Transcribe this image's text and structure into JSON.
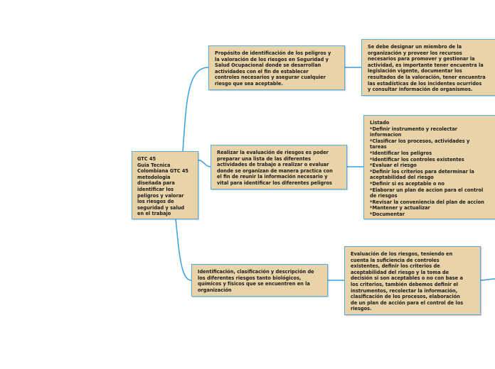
{
  "colors": {
    "node_fill": "#e8d4a8",
    "node_border": "#5aaedc",
    "connector": "#3aa0e0"
  },
  "root": {
    "text": "GTC 45\nGuia Tecnica\nColombiana GTC 45\nmetodologia\ndiseñada para\nidentificar los\npeligros y valorar\nlos riesgos de\nseguridad y salud\nen el trabajo"
  },
  "branches": [
    {
      "text": "Propósito de identificación de los peligros y\nla valoración de los riesgos en Seguridad y\nSalud Ocupacional donde se desarrollan\nactividades con el fin de establecer\ncontroles necesarios y asegurar cualquier\nriesgo que sea aceptable.",
      "child": "Se debe designar un miembro de la\norganización y proveer los recursos\nnecesarios para promover y gestionar la\nactividad, es importante tener encuentra la\nlegislación vigente, documentar los\nresultados de la valoración, tener encuentra\nlas estadísticas de los incidentes ocurridos\ny consultar información de organismos."
    },
    {
      "text": "Realizar la evaluación de riesgos es poder\npreparar una lista de las diferentes\nactividades de trabajo a realizar o evaluar\ndonde se organizan de manera practica con\nel fin de reunir la información necesario y\nvital para identificar los diferentes peligros",
      "child": "Listado\n*Definir instrumento y recolectar\ninformacion\n*Clasificar los procesos, actividades y\ntareas\n*Identificar los peligros\n*Identificar los controles existentes\n*Evaluar el riesgo\n*Definir los criterios para determinar la\naceptabilidad del riesgo\n*Definir si es aceptable o no\n*Elaborar un plan de accion para el control\nde riesgos\n*Revisar la conveniencia del plan de accion\n*Mantener y actualizar\n*Documentar"
    },
    {
      "text": "Identificación, clasificación y descripción de\nlos diferentes riesgos tanto biológicos,\nquímicos y físicos que se encuentren en la\norganización",
      "child": "Evaluación de los riesgos, teniendo en\ncuenta la suficiencia de controles\nexistentes, definir los criterios de\naceptabilidad del riesgo y la toma de\ndecisión si son aceptables o no con base a\nlos criterios, también debemos definir el\ninstrumentos, recolectar la información,\nclasificación  de los procesos, elaboración\nde un plan de acción para el control de los\nriesgos."
    }
  ]
}
